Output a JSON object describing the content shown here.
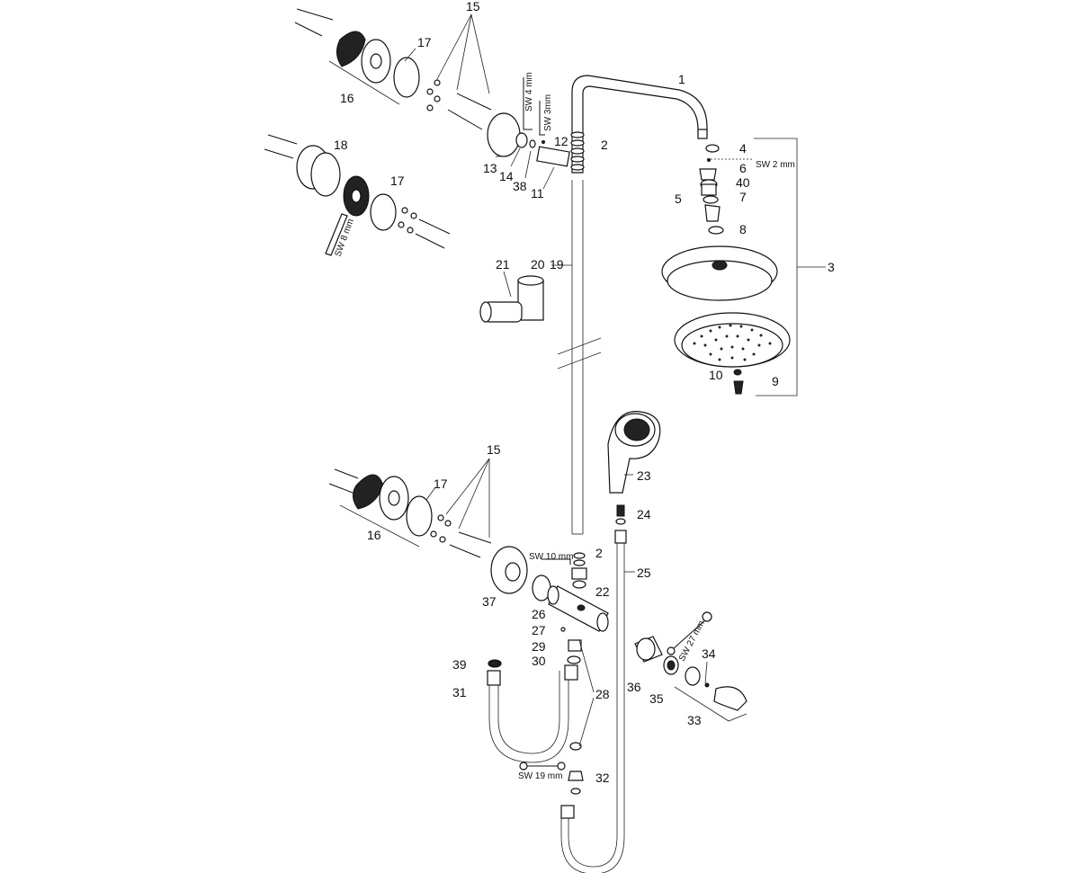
{
  "labels": {
    "l1": "1",
    "l2a": "2",
    "l2b": "2",
    "l3": "3",
    "l4": "4",
    "l5": "5",
    "l6": "6",
    "l7": "7",
    "l8": "8",
    "l9": "9",
    "l10": "10",
    "l11": "11",
    "l12": "12",
    "l13": "13",
    "l14": "14",
    "l15a": "15",
    "l15b": "15",
    "l16a": "16",
    "l16b": "16",
    "l17a": "17",
    "l17b": "17",
    "l17c": "17",
    "l18": "18",
    "l19": "19",
    "l20": "20",
    "l21": "21",
    "l22": "22",
    "l23": "23",
    "l24": "24",
    "l25": "25",
    "l26": "26",
    "l27": "27",
    "l28": "28",
    "l29": "29",
    "l30": "30",
    "l31": "31",
    "l32": "32",
    "l33": "33",
    "l34": "34",
    "l35": "35",
    "l36": "36",
    "l37": "37",
    "l38": "38",
    "l39": "39",
    "l40": "40"
  },
  "tools": {
    "sw4": "SW 4 mm",
    "sw3": "SW 3mm",
    "sw2": "SW 2 mm",
    "sw8": "SW 8 mm",
    "sw10": "SW 10 mm",
    "sw27": "SW 27 mm",
    "sw19": "SW 19 mm"
  }
}
